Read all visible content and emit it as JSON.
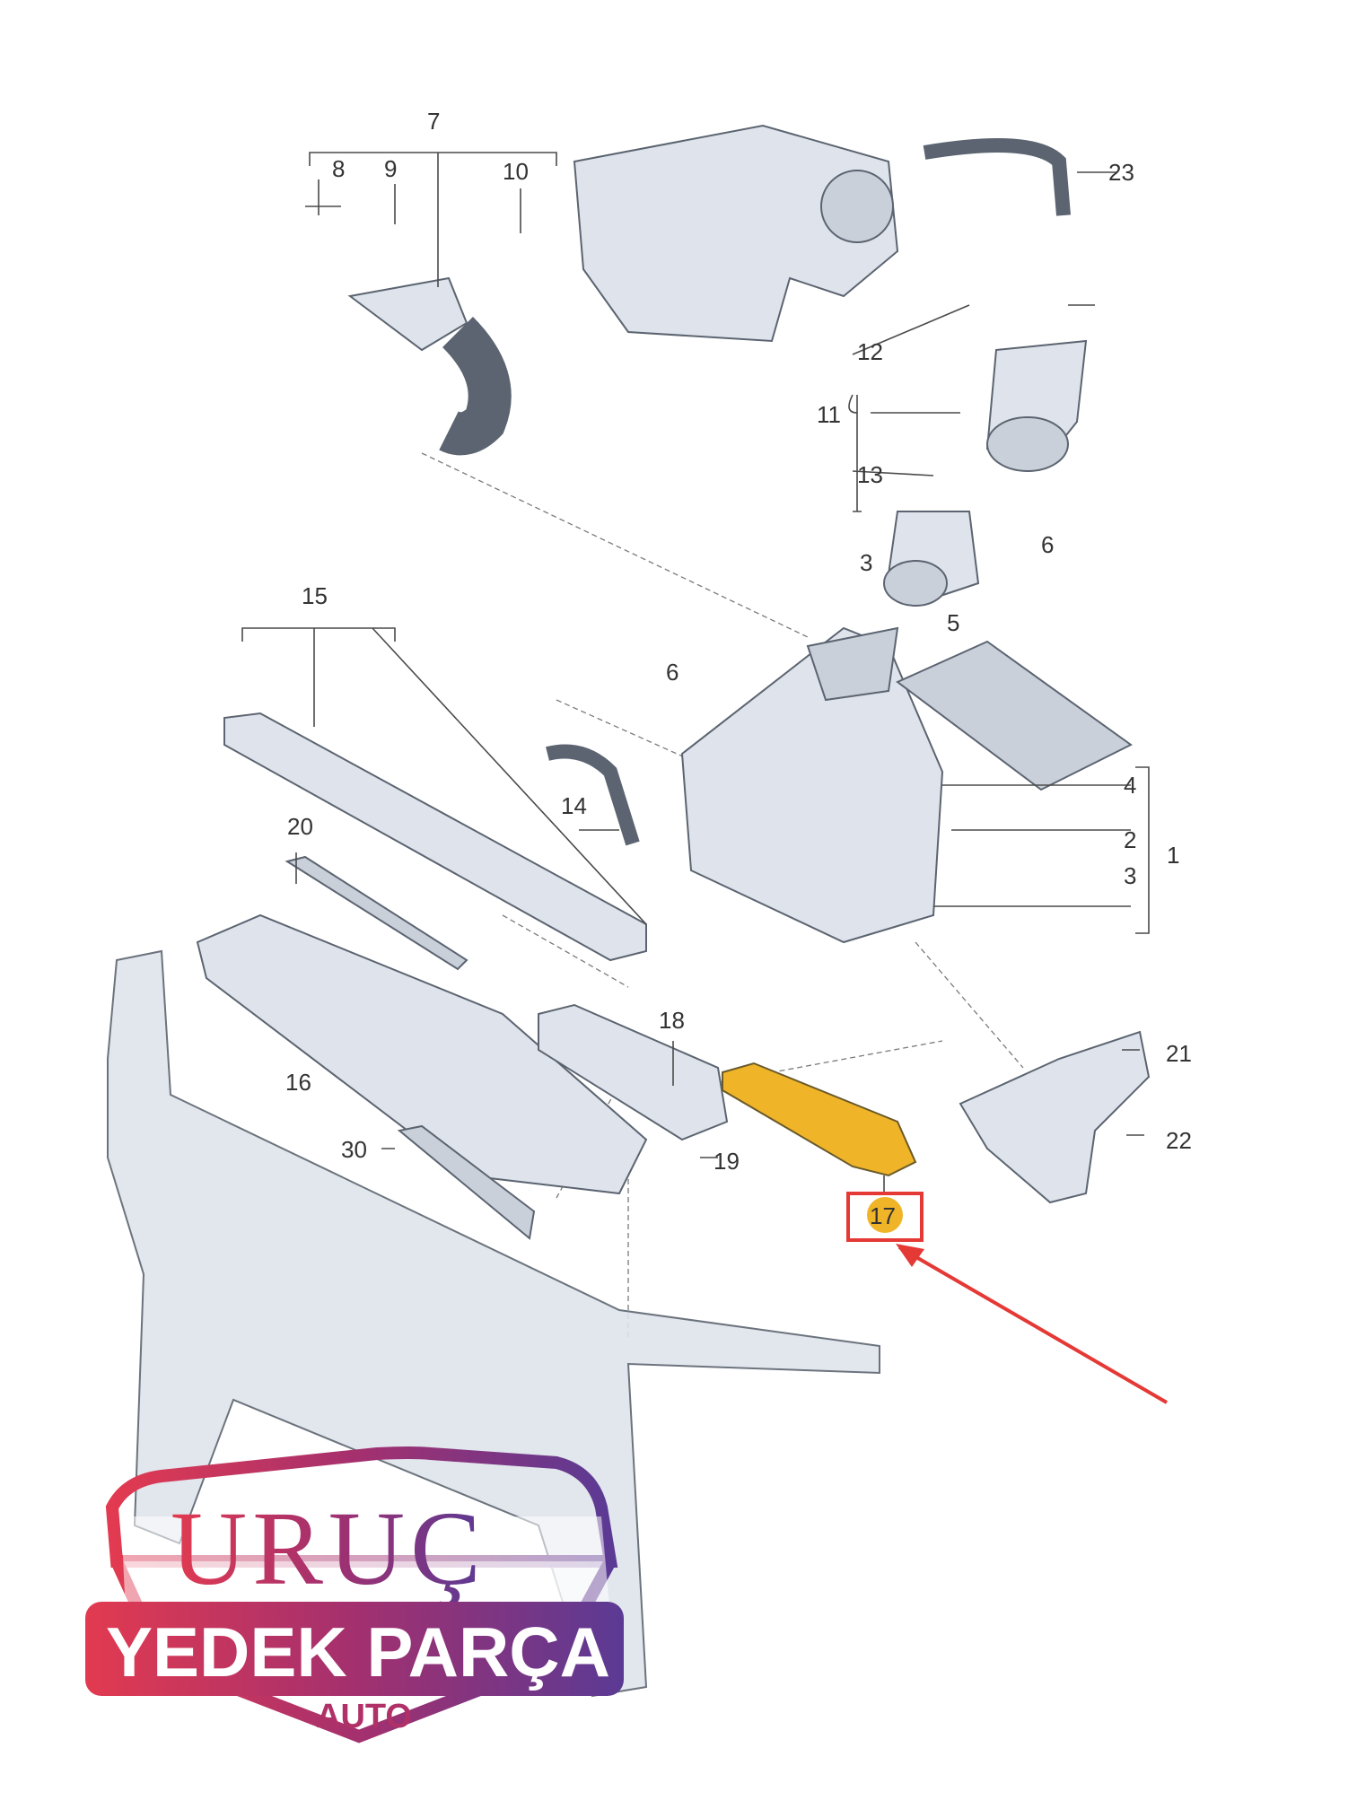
{
  "diagram": {
    "labels": [
      "7",
      "8",
      "9",
      "10",
      "23",
      "12",
      "11",
      "13",
      "6",
      "3",
      "5",
      "15",
      "6",
      "4",
      "2",
      "1",
      "3",
      "14",
      "20",
      "18",
      "21",
      "16",
      "22",
      "30",
      "19",
      "17"
    ],
    "highlighted_part": "17",
    "highlight_color": "#e53935",
    "part_color": "#f0b429"
  },
  "logo": {
    "title": "URUÇ",
    "subtitle": "YEDEK PARÇA",
    "tagline": "AUTO"
  }
}
